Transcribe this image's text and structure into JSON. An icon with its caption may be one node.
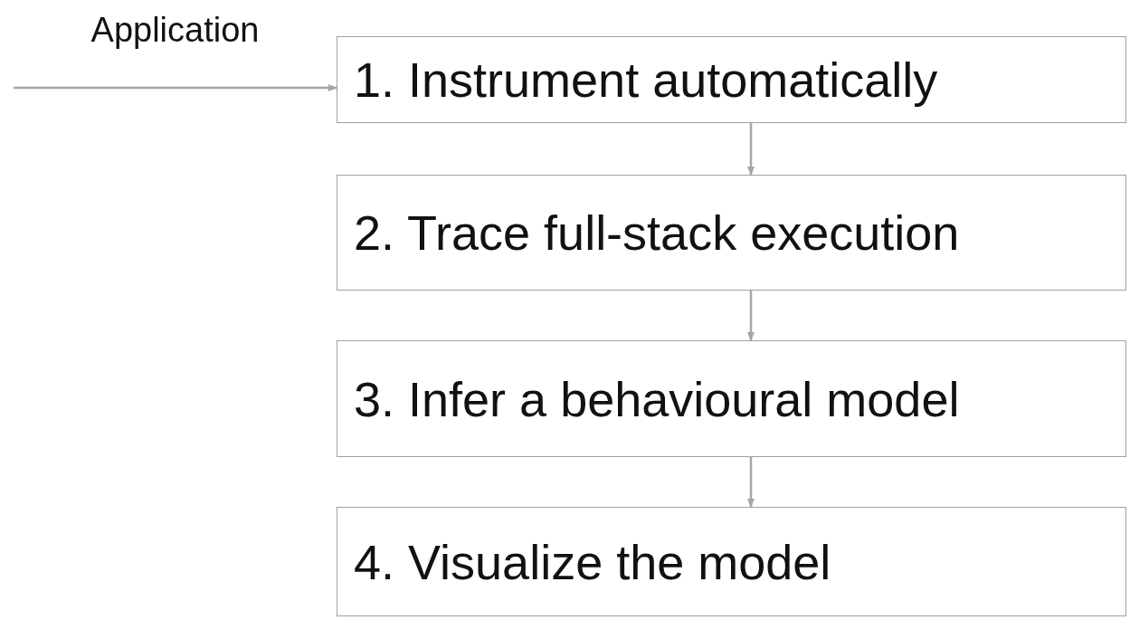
{
  "diagram": {
    "nodes": [
      {
        "text": [
          "1. Instrument automatically"
        ]
      },
      {
        "text": [
          "2. Trace full-stack execution"
        ]
      },
      {
        "text": [
          "3. Infer a behavioural model"
        ]
      },
      {
        "text": [
          "4. Visualize the model"
        ]
      }
    ],
    "edges": [
      {
        "from": null,
        "to": 0,
        "arrow": "to",
        "label": "Application"
      },
      {
        "from": 0,
        "to": 1,
        "arrow": "to"
      },
      {
        "from": 1,
        "to": 2,
        "arrow": "to"
      },
      {
        "from": 2,
        "to": 3,
        "arrow": "to"
      }
    ]
  }
}
